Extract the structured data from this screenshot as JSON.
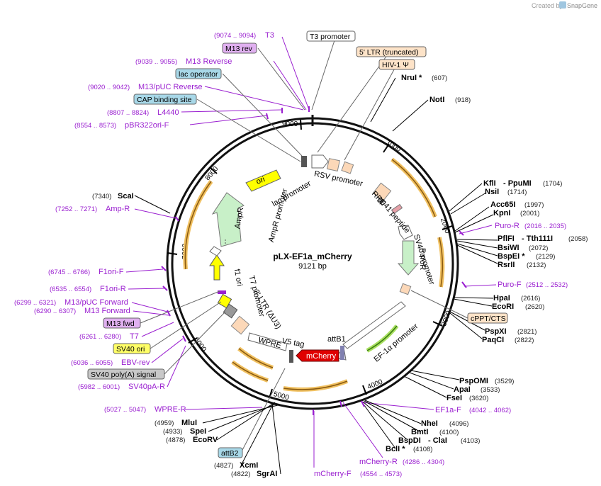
{
  "credit": {
    "created_by": "Created by",
    "brand": "SnapGene"
  },
  "plasmid": {
    "name": "pLX-EF1a_mCherry",
    "size": "9121 bp"
  },
  "ticks": [
    "1000",
    "2000",
    "3000",
    "4000",
    "5000",
    "6000",
    "7000",
    "8000",
    "9000"
  ],
  "enzymes": [
    {
      "name": "NruI *",
      "pos": "(607)"
    },
    {
      "name": "NotI",
      "pos": "(918)"
    },
    {
      "name": "KflI",
      "name2": "- PpuMI",
      "pos": "(1704)"
    },
    {
      "name": "NsiI",
      "pos": "(1714)"
    },
    {
      "name": "Acc65I",
      "pos": "(1997)"
    },
    {
      "name": "KpnI",
      "pos": "(2001)"
    },
    {
      "name": "PflFI",
      "name2": "- Tth111I",
      "pos": "(2058)"
    },
    {
      "name": "BsiWI",
      "pos": "(2072)"
    },
    {
      "name": "BspEI *",
      "pos": "(2129)"
    },
    {
      "name": "RsrII",
      "pos": "(2132)"
    },
    {
      "name": "HpaI",
      "pos": "(2616)"
    },
    {
      "name": "EcoRI",
      "pos": "(2620)"
    },
    {
      "name": "PspXI",
      "pos": "(2821)"
    },
    {
      "name": "PaqCI",
      "pos": "(2822)"
    },
    {
      "name": "PspOMI",
      "pos": "(3529)"
    },
    {
      "name": "ApaI",
      "pos": "(3533)"
    },
    {
      "name": "FseI",
      "pos": "(3620)"
    },
    {
      "name": "NheI",
      "pos": "(4096)"
    },
    {
      "name": "BmtI",
      "pos": "(4100)"
    },
    {
      "name": "BspDI",
      "name2": "- ClaI",
      "pos": "(4103)"
    },
    {
      "name": "BclI *",
      "pos": "(4108)"
    },
    {
      "name": "MluI",
      "pos": "(4959)"
    },
    {
      "name": "SpeI",
      "pos": "(4933)"
    },
    {
      "name": "EcoRV",
      "pos": "(4878)"
    },
    {
      "name": "XcmI",
      "pos": "(4827)"
    },
    {
      "name": "SgrAI",
      "pos": "(4822)"
    },
    {
      "name": "ScaI",
      "pos": "(7340)"
    }
  ],
  "primers": [
    {
      "name": "T3",
      "range": "(9074 .. 9094)"
    },
    {
      "name": "M13 Reverse",
      "range": "(9039 .. 9055)"
    },
    {
      "name": "M13/pUC Reverse",
      "range": "(9020 .. 9042)"
    },
    {
      "name": "L4440",
      "range": "(8807 .. 8824)"
    },
    {
      "name": "pBR322ori-F",
      "range": "(8554 .. 8573)"
    },
    {
      "name": "Amp-R",
      "range": "(7252 .. 7271)"
    },
    {
      "name": "F1ori-F",
      "range": "(6745 .. 6766)"
    },
    {
      "name": "F1ori-R",
      "range": "(6535 .. 6554)"
    },
    {
      "name": "M13/pUC Forward",
      "range": "(6299 .. 6321)"
    },
    {
      "name": "M13 Forward",
      "range": "(6290 .. 6307)"
    },
    {
      "name": "T7",
      "range": "(6261 .. 6280)"
    },
    {
      "name": "EBV-rev",
      "range": "(6036 .. 6055)"
    },
    {
      "name": "SV40pA-R",
      "range": "(5982 .. 6001)"
    },
    {
      "name": "WPRE-R",
      "range": "(5027 .. 5047)"
    },
    {
      "name": "Puro-R",
      "range": "(2016 .. 2035)"
    },
    {
      "name": "Puro-F",
      "range": "(2512 .. 2532)"
    },
    {
      "name": "EF1a-F",
      "range": "(4042 .. 4062)"
    },
    {
      "name": "mCherry-R",
      "range": "(4286 .. 4304)"
    },
    {
      "name": "mCherry-F",
      "range": "(4554 .. 4573)"
    }
  ],
  "boxed_labels": [
    {
      "text": "T3 promoter",
      "color": "#ffffff"
    },
    {
      "text": "M13 rev",
      "color": "#e0b0f0"
    },
    {
      "text": "5' LTR (truncated)",
      "color": "#fde3c8"
    },
    {
      "text": "HIV-1 Ψ",
      "color": "#fde3c8"
    },
    {
      "text": "lac operator",
      "color": "#a8d8e8"
    },
    {
      "text": "CAP binding site",
      "color": "#a8d8e8"
    },
    {
      "text": "cPPT/CTS",
      "color": "#fde3c8"
    },
    {
      "text": "M13 fwd",
      "color": "#e0b0f0"
    },
    {
      "text": "SV40 ori",
      "color": "#ffff66"
    },
    {
      "text": "SV40 poly(A) signal",
      "color": "#c8c8c8"
    },
    {
      "text": "attB2",
      "color": "#a8d8e8"
    }
  ],
  "features_inner": {
    "ori": "ori",
    "lac_promoter": "lac promoter",
    "rsv_promoter": "RSV promoter",
    "rre": "RRE",
    "gp41": "gp41 peptide",
    "sv40_promoter": "SV40 promoter",
    "puror": "PuroR",
    "ef1a": "EF-1α promoter",
    "attb1": "attB1",
    "mcherry": "mCherry",
    "v5": "V5 tag",
    "wpre": "WPRE",
    "ltr3": "3' LTR (ΔU3)",
    "t7": "T7 promoter",
    "f1": "f1 ori",
    "ampr_promoter": "AmpR promoter",
    "ampr": "AmpR"
  },
  "colors": {
    "purple": "#9a1fd0",
    "orange": "#f0a030",
    "yellow": "#ffff00",
    "green": "#c8f0c8",
    "red": "#e00000",
    "peach": "#fcd8b8"
  }
}
